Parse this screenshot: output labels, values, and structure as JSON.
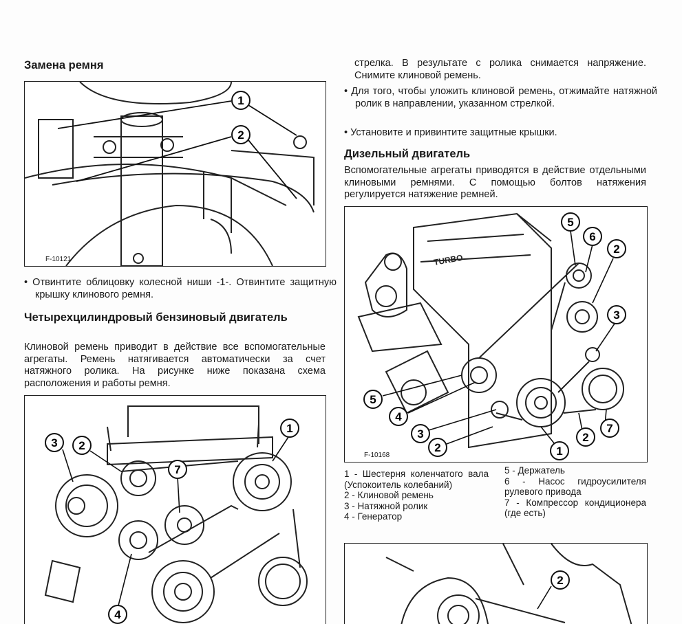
{
  "left": {
    "heading1": "Замена ремня",
    "figure1": {
      "label": "F-10121",
      "callouts": [
        "1",
        "2"
      ]
    },
    "bullet1": "• Отвинтите облицовку колесной ниши -1-. Отвинтите защитную крышку клинового ремня.",
    "heading2": "Четырехцилиндровый бензиновый двигатель",
    "paragraph": "Клиновой ремень приводит в действие все вспомогательные агрегаты. Ремень натягивается автоматически за счет натяжного ролика. На рисунке ниже показана схема расположения и работы ремня.",
    "figure3": {
      "callouts": [
        "1",
        "3",
        "2",
        "7",
        "4"
      ]
    }
  },
  "right": {
    "para_cont": "стрелка. В результате с ролика снимается напряжение. Снимите клиновой ремень.",
    "bullet2": "• Для того, чтобы уложить клиновой ремень, отжимайте натяжной ролик в направлении, указанном стрелкой.",
    "bullet3": "• Установите и привинтите защитные крышки.",
    "heading3": "Дизельный двигатель",
    "paragraph2": "Вспомогательные агрегаты приводятся в действие отдельными клиновыми ремнями. С помощью болтов натяжения регулируется натяжение ремней.",
    "figure2": {
      "label": "F-10168",
      "callouts": [
        "5",
        "6",
        "2",
        "3",
        "5",
        "4",
        "3",
        "2",
        "1",
        "2",
        "7"
      ]
    },
    "legend_left": [
      "1 - Шестерня коленчатого вала (Успокоитель колебаний)",
      "2 - Клиновой ремень",
      "3 - Натяжной ролик",
      "4 - Генератор"
    ],
    "legend_right": [
      "5 - Держатель",
      "6 - Насос гидроусилителя рулевого привода",
      "7 - Компрессор кондиционера (где есть)"
    ],
    "figure4": {
      "callouts": [
        "2"
      ]
    }
  }
}
